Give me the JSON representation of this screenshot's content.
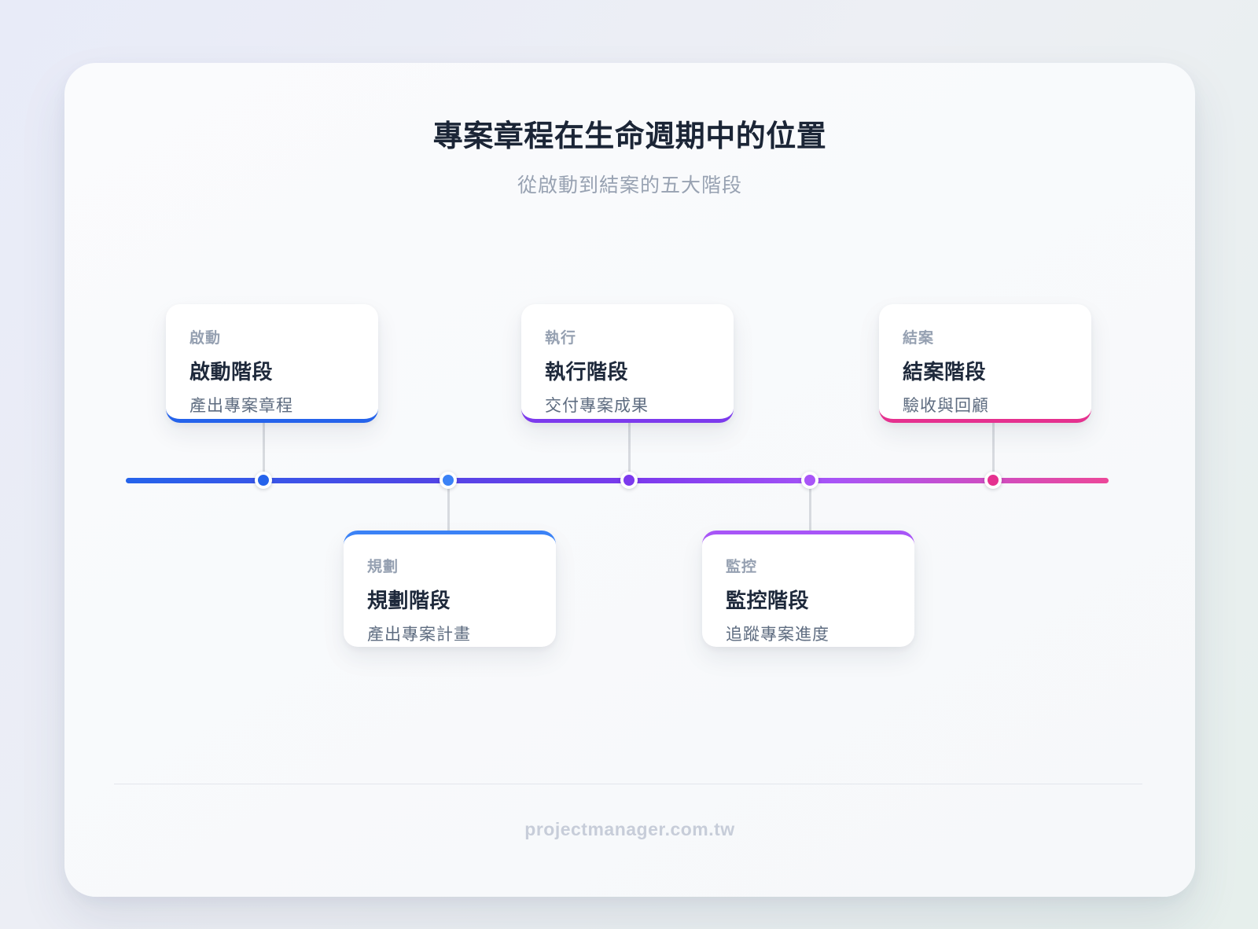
{
  "page": {
    "title": "專案章程在生命週期中的位置",
    "subtitle": "從啟動到結案的五大階段",
    "footer": "projectmanager.com.tw"
  },
  "timeline": {
    "gradient": [
      "#2563eb 0%",
      "#4f46e5 30%",
      "#7c3aed 52%",
      "#a855f7 72%",
      "#ec4899 100%"
    ],
    "phases": [
      {
        "label": "啟動",
        "title": "啟動階段",
        "desc": "產出專案章程",
        "color": "#2563eb",
        "position": "above"
      },
      {
        "label": "規劃",
        "title": "規劃階段",
        "desc": "產出專案計畫",
        "color": "#3b82f6",
        "position": "below"
      },
      {
        "label": "執行",
        "title": "執行階段",
        "desc": "交付專案成果",
        "color": "#7c3aed",
        "position": "above"
      },
      {
        "label": "監控",
        "title": "監控階段",
        "desc": "追蹤專案進度",
        "color": "#a855f7",
        "position": "below"
      },
      {
        "label": "結案",
        "title": "結案階段",
        "desc": "驗收與回顧",
        "color": "#e5318f",
        "position": "above"
      }
    ]
  }
}
